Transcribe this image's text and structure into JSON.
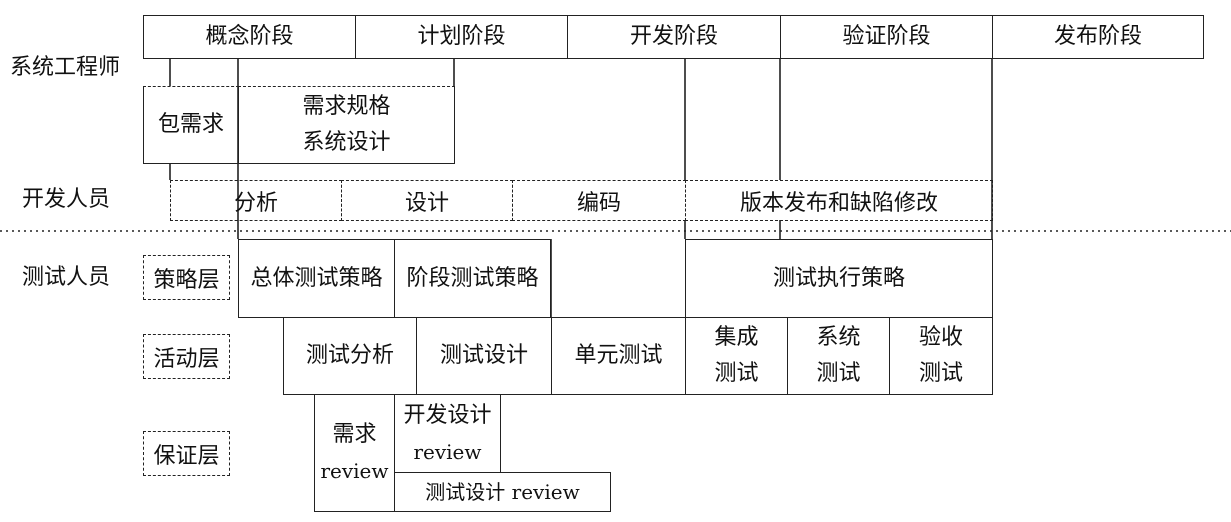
{
  "roles": {
    "engineer": "系统工程师",
    "developer": "开发人员",
    "tester": "测试人员"
  },
  "phases": [
    "概念阶段",
    "计划阶段",
    "开发阶段",
    "验证阶段",
    "发布阶段"
  ],
  "engineer_tasks": {
    "requirements": "包需求",
    "spec_line1": "需求规格",
    "spec_line2": "系统设计"
  },
  "dev_tasks": [
    "分析",
    "设计",
    "编码",
    "版本发布和缺陷修改"
  ],
  "layers": {
    "strategy": "策略层",
    "activity": "活动层",
    "assurance": "保证层"
  },
  "strategy": {
    "overall": "总体测试策略",
    "phase": "阶段测试策略",
    "execution": "测试执行策略"
  },
  "activity": {
    "analysis": "测试分析",
    "design": "测试设计",
    "unit": "单元测试",
    "integration": [
      "集成",
      "测试"
    ],
    "system": [
      "系统",
      "测试"
    ],
    "acceptance": [
      "验收",
      "测试"
    ]
  },
  "assurance": {
    "req_review": [
      "需求",
      "review"
    ],
    "dev_design_review": [
      "开发设计",
      "review"
    ],
    "test_design_review": "测试设计 review"
  }
}
